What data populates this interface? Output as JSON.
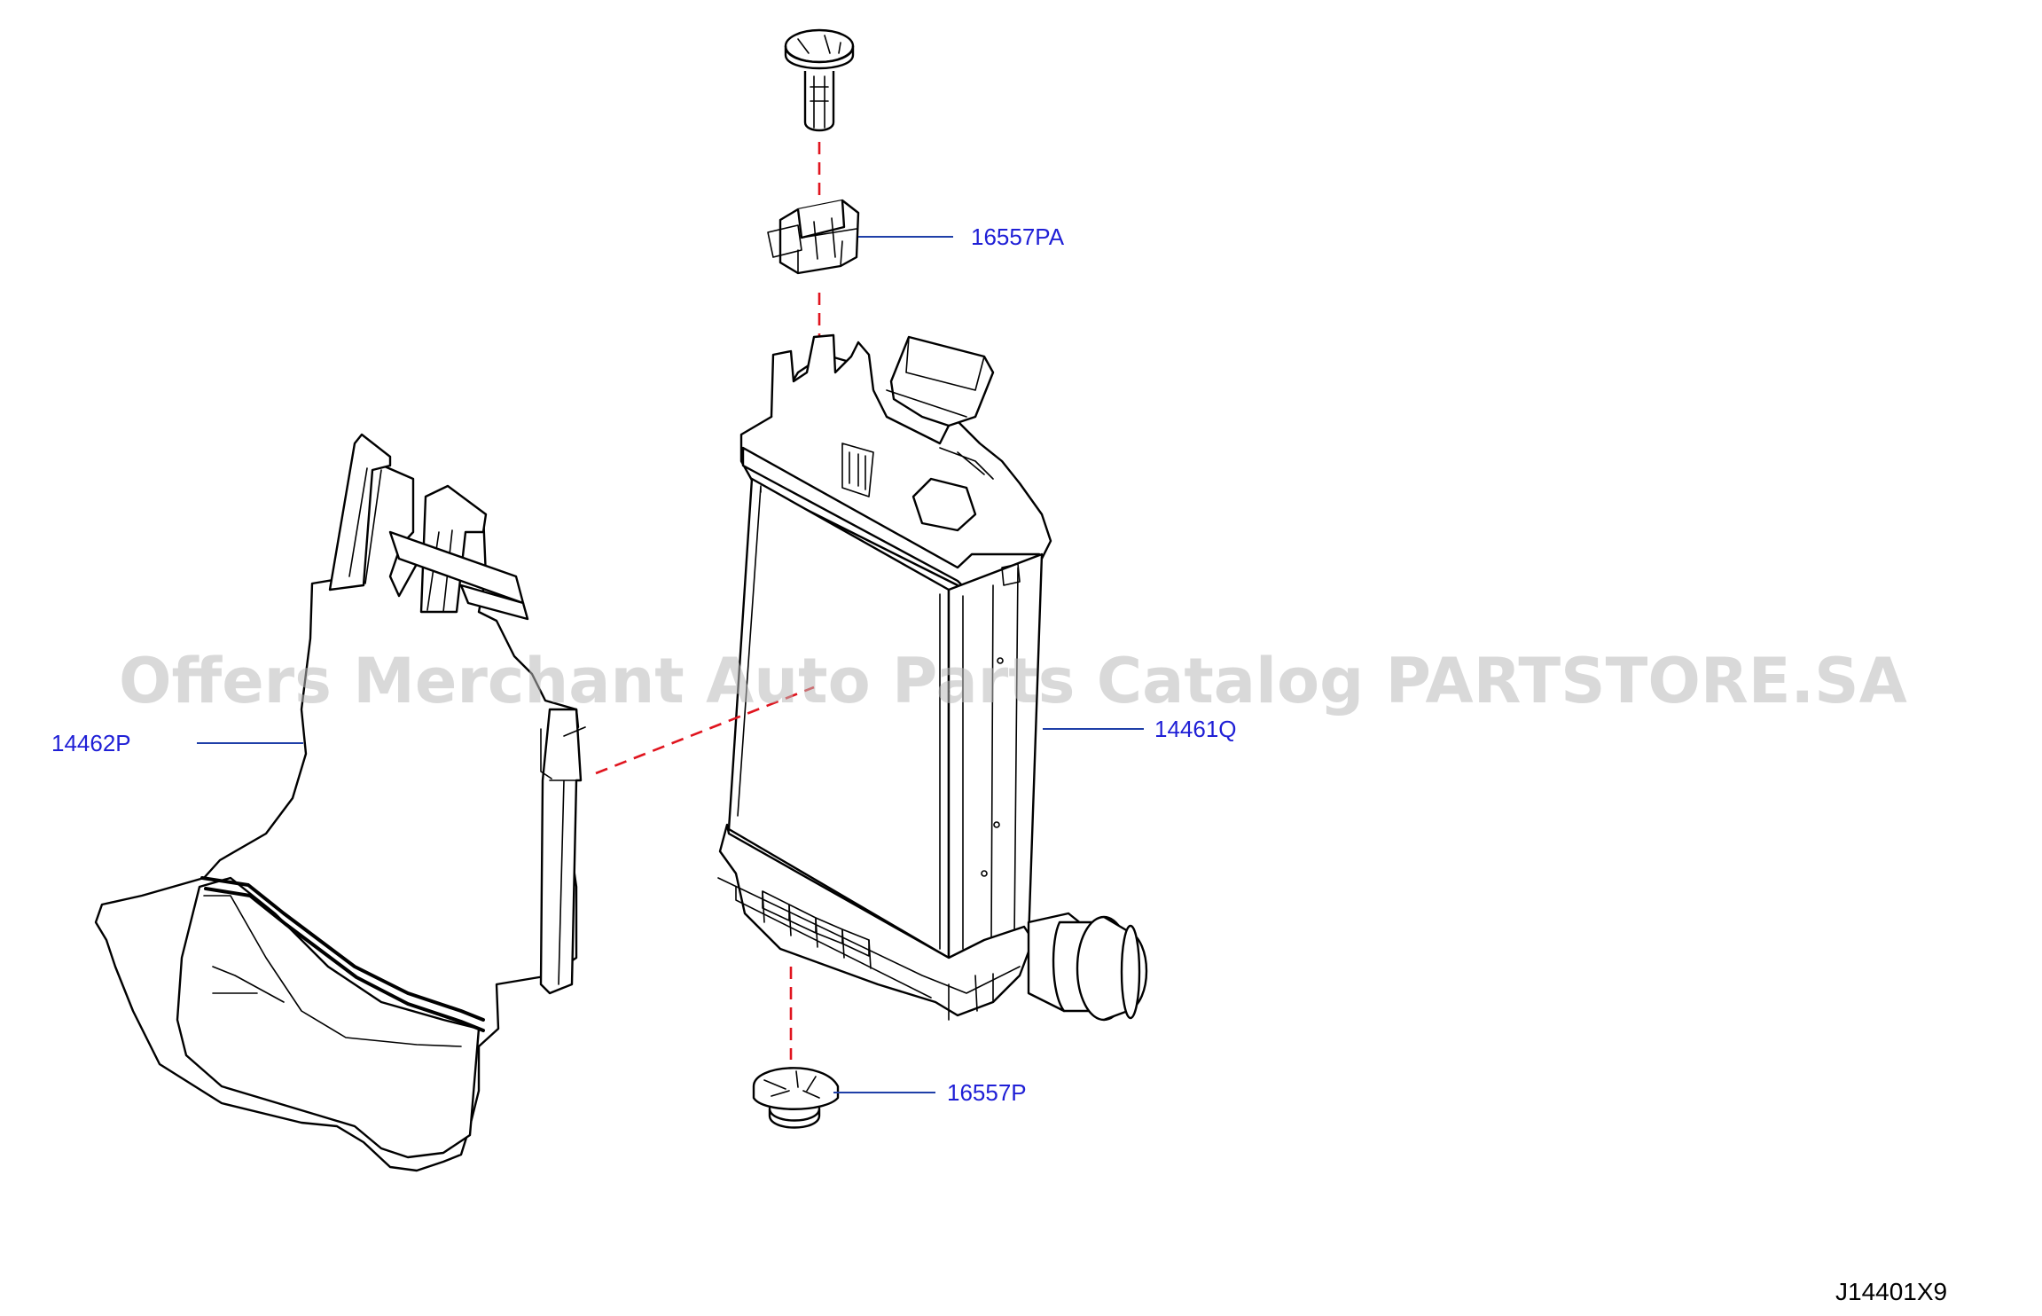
{
  "diagram": {
    "drawing_code": "J14401X9",
    "watermark": "Offers Merchant Auto Parts Catalog PARTSTORE.SA",
    "colors": {
      "label": "#1f1fd6",
      "leader": "#1f3fa8",
      "centerline": "#e0141e",
      "ink": "#000000",
      "watermark": "#b9b9b9"
    },
    "callouts": [
      {
        "id": "clip-bracket",
        "part_number": "16557PA"
      },
      {
        "id": "air-duct",
        "part_number": "14462P"
      },
      {
        "id": "intercooler",
        "part_number": "14461Q"
      },
      {
        "id": "mount-grommet",
        "part_number": "16557P"
      }
    ]
  }
}
